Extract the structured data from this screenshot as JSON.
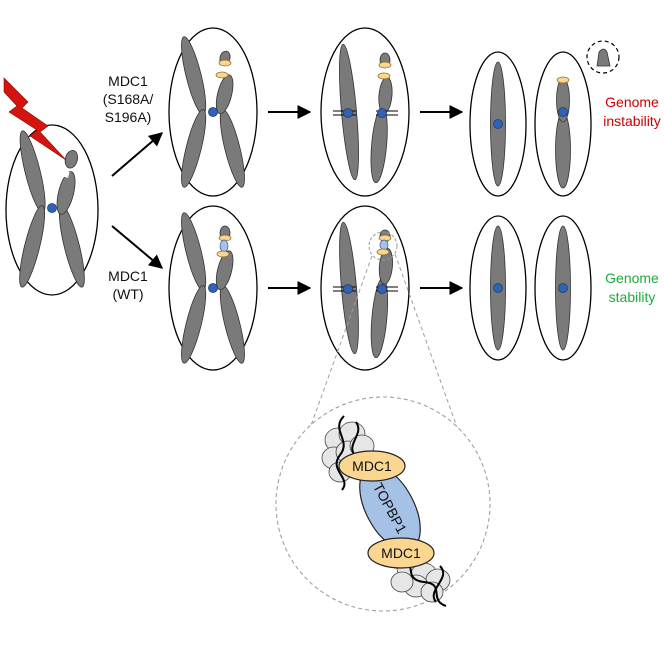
{
  "labels": {
    "mutant_line1": "MDC1",
    "mutant_line2": "(S168A/",
    "mutant_line3": "S196A)",
    "wt_line1": "MDC1",
    "wt_line2": "(WT)",
    "instability_line1": "Genome",
    "instability_line2": "instability",
    "stability_line1": "Genome",
    "stability_line2": "stability"
  },
  "zoom": {
    "mdc1_top": "MDC1",
    "topbp1": "TOPBP1",
    "mdc1_bottom": "MDC1"
  },
  "colors": {
    "chromatid": "#7a7a7a",
    "centromere": "#2f64b4",
    "mdc1": "#fbd690",
    "topbp1": "#a6c1e6",
    "damage_bolt": "#d4140f",
    "instability": "#cc0000",
    "stability": "#1faa3c"
  }
}
